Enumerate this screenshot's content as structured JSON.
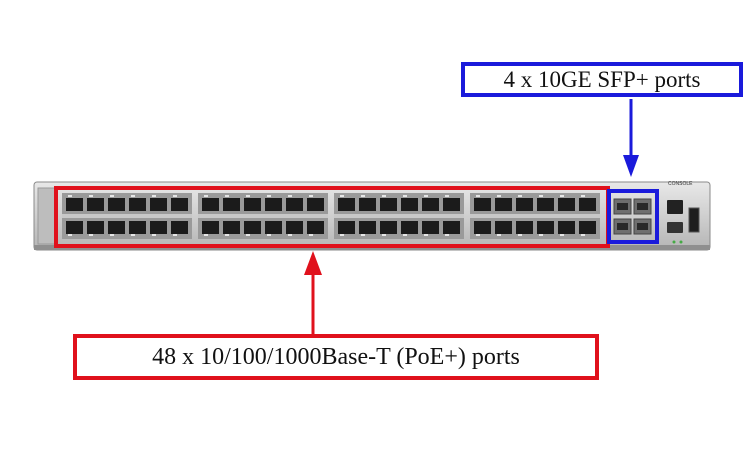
{
  "callouts": {
    "sfp_label": "4 x 10GE SFP+ ports",
    "poe_label": "48 x 10/100/1000Base-T (PoE+) ports"
  },
  "device": {
    "port_label": "CONSOLE",
    "colors": {
      "chassis": "#cfcfcf",
      "port_blocks": "#9a9a9a",
      "rj45": "#1b1b1b",
      "sfp_cage": "#6f6f6f"
    }
  },
  "highlights": {
    "poe_color": "#e0111c",
    "sfp_color": "#1a1adb"
  }
}
